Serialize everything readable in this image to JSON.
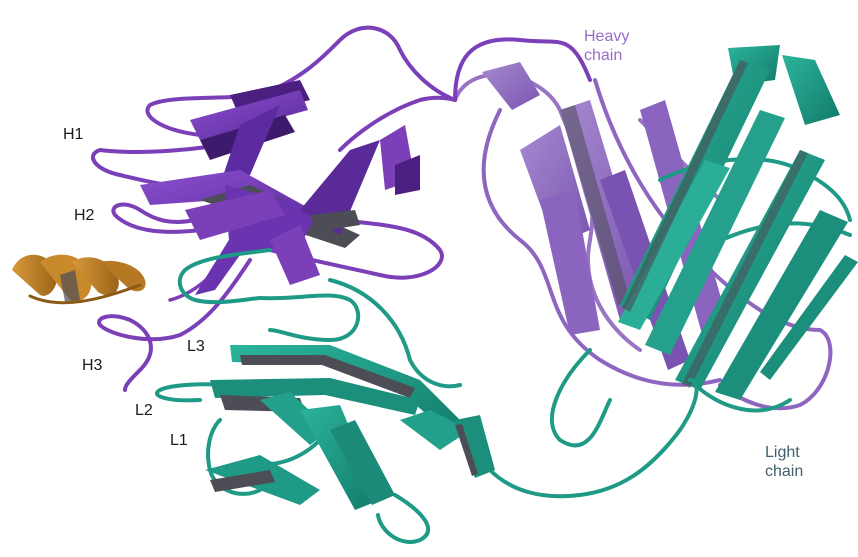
{
  "colors": {
    "heavy": "#7b3fb8",
    "heavy_dark": "#4a1f80",
    "heavy_light": "#9a74c4",
    "light": "#1f9a86",
    "light_dark": "#15695c",
    "light_light": "#4cb3a2",
    "antigen": "#c98a2c",
    "antigen_dark": "#8a5a17",
    "strand_edge": "#4d4d55",
    "heavy_label": "#9a6cc8",
    "light_label": "#3f5f6a",
    "loop_label": "#1a1a1a"
  },
  "labels": {
    "heavy_chain": [
      "Heavy",
      "chain"
    ],
    "light_chain": [
      "Light",
      "chain"
    ],
    "loops": {
      "h1": "H1",
      "h2": "H2",
      "h3": "H3",
      "l1": "L1",
      "l2": "L2",
      "l3": "L3"
    }
  }
}
